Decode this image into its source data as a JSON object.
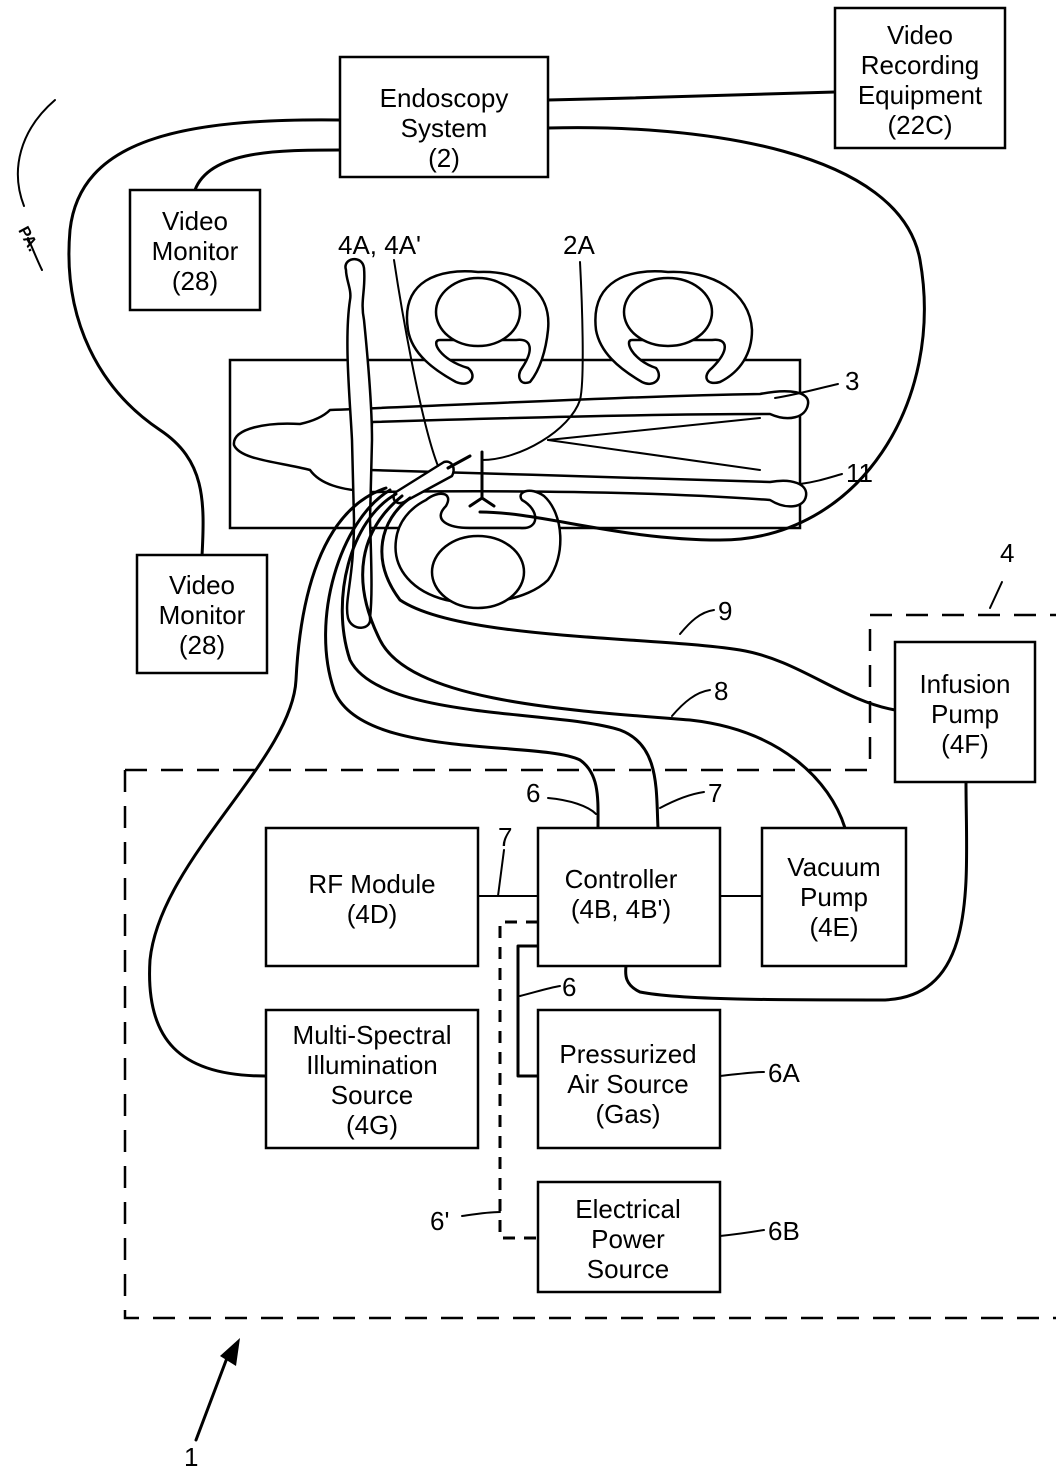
{
  "boxes": {
    "endoscopy": [
      "Endoscopy",
      "System",
      "(2)"
    ],
    "video_recording": [
      "Video",
      "Recording",
      "Equipment",
      "(22C)"
    ],
    "video_monitor_top": [
      "Video",
      "Monitor",
      "(28)"
    ],
    "video_monitor_left": [
      "Video",
      "Monitor",
      "(28)"
    ],
    "infusion_pump": [
      "Infusion",
      "Pump",
      "(4F)"
    ],
    "rf_module": [
      "RF Module",
      "(4D)"
    ],
    "controller": [
      "Controller",
      "(4B, 4B')"
    ],
    "vacuum_pump": [
      "Vacuum",
      "Pump",
      "(4E)"
    ],
    "illumination": [
      "Multi-Spectral",
      "Illumination",
      "Source",
      "(4G)"
    ],
    "air_source": [
      "Pressurized",
      "Air Source",
      "(Gas)"
    ],
    "power_source": [
      "Electrical",
      "Power",
      "Source"
    ]
  },
  "labels": {
    "pa": "PA.",
    "instrument": "4A, 4A'",
    "scope": "2A",
    "patient": "3",
    "table": "11",
    "system": "4",
    "line9": "9",
    "line8": "8",
    "line6_top": "6",
    "line7_top": "7",
    "line7_mid": "7",
    "line6_mid": "6",
    "air": "6A",
    "power": "6B",
    "line6_prime": "6'",
    "figure": "1"
  }
}
